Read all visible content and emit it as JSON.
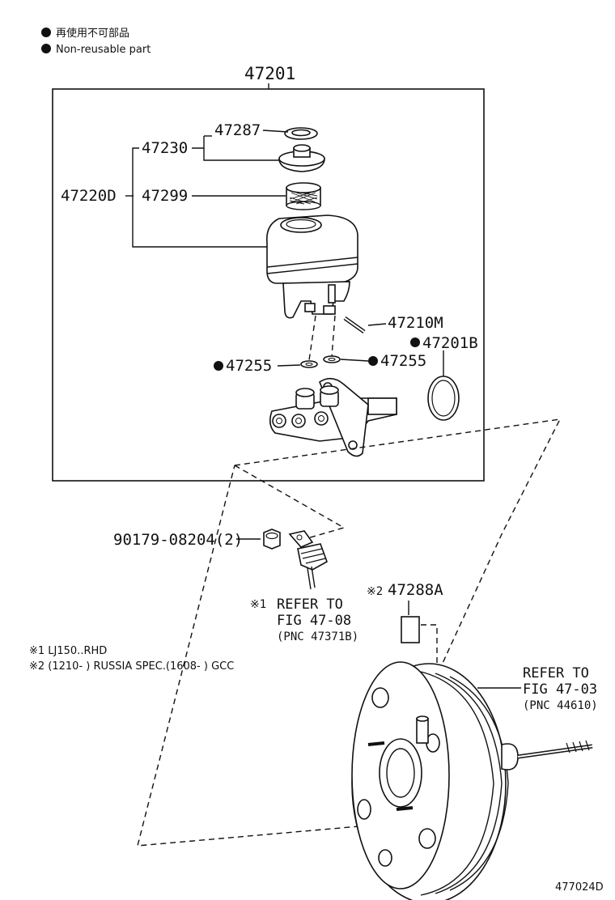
{
  "legend": {
    "jp": "再使用不可部品",
    "en": "Non-reusable part"
  },
  "parts": {
    "assembly": "47201",
    "cap_set": "47230",
    "cap_seal": "47287",
    "reservoir": "47220D",
    "strainer": "47299",
    "pin": "47210M",
    "grommet_ring": "47201B",
    "grommet_left": "47255",
    "grommet_right": "47255",
    "nut": "90179-08204(2)",
    "plate": "47288A"
  },
  "refs": {
    "fig_47_08": {
      "mark": "※1",
      "line1": "REFER TO",
      "line2": "FIG 47-08",
      "line3": "(PNC 47371B)"
    },
    "fig_47_03": {
      "line1": "REFER TO",
      "line2": "FIG 47-03",
      "line3": "(PNC 44610)"
    }
  },
  "plate_mark": "※2",
  "notes": {
    "note1": "※1 LJ150..RHD",
    "note2": "※2 (1210-        ) RUSSIA SPEC.(1608-        ) GCC"
  },
  "figure_id": "477024D"
}
